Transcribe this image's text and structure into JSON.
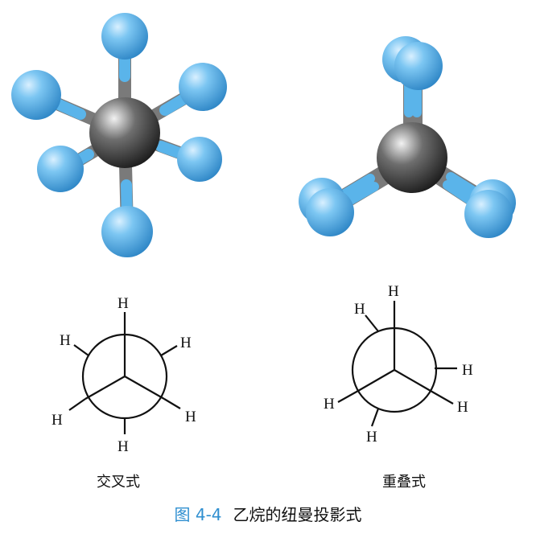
{
  "labels": {
    "staggered_name": "交叉式",
    "eclipsed_name": "重叠式",
    "atom_h": "H"
  },
  "caption": {
    "number": "图 4-4",
    "text": "乙烷的纽曼投影式"
  },
  "colors": {
    "hydrogen": "#5ab4ea",
    "carbon": "#4a4a4a",
    "caption_number": "#2f8fd0"
  }
}
